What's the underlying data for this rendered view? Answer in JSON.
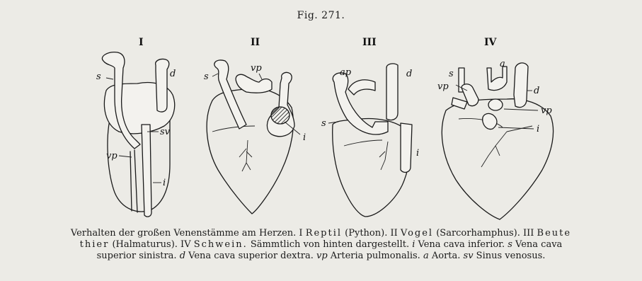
{
  "figure": {
    "title": "Fig. 271.",
    "panels": [
      {
        "roman": "I",
        "labels": {
          "s": "s",
          "d": "d",
          "sv": "sv",
          "vp": "vp",
          "i": "i"
        }
      },
      {
        "roman": "II",
        "labels": {
          "s": "s",
          "vp": "vp",
          "i": "i"
        }
      },
      {
        "roman": "III",
        "labels": {
          "ap": "ap",
          "d": "d",
          "s": "s",
          "i": "i"
        }
      },
      {
        "roman": "IV",
        "labels": {
          "a": "a",
          "s": "s",
          "vp_left": "vp",
          "d": "d",
          "vp_right": "vp",
          "i": "i"
        }
      }
    ]
  },
  "caption": {
    "p1": "Verhalten der großen Venenstämme am Herzen.  I ",
    "reptil": "Reptil",
    "p2": " (Python).  II ",
    "vogel": "Vogel",
    "p3": " (Sarcorhamphus).  III ",
    "beute": "Beute",
    "br1": "thier",
    "p4": " (Halmaturus).  IV ",
    "schwein": "Schwein.",
    "p5": "  Sämmtlich von hinten dargestellt.  ",
    "k_i": "i",
    "t_i": " Vena cava inferior.  ",
    "k_s": "s",
    "t_s": " Vena cava",
    "p6": "superior sinistra.  ",
    "k_d": "d",
    "t_d": " Vena cava superior dextra.  ",
    "k_vp": "vp",
    "t_vp": " Arteria pulmonalis.  ",
    "k_a": "a",
    "t_a": " Aorta.  ",
    "k_sv": "sv",
    "t_sv": " Sinus venosus."
  }
}
